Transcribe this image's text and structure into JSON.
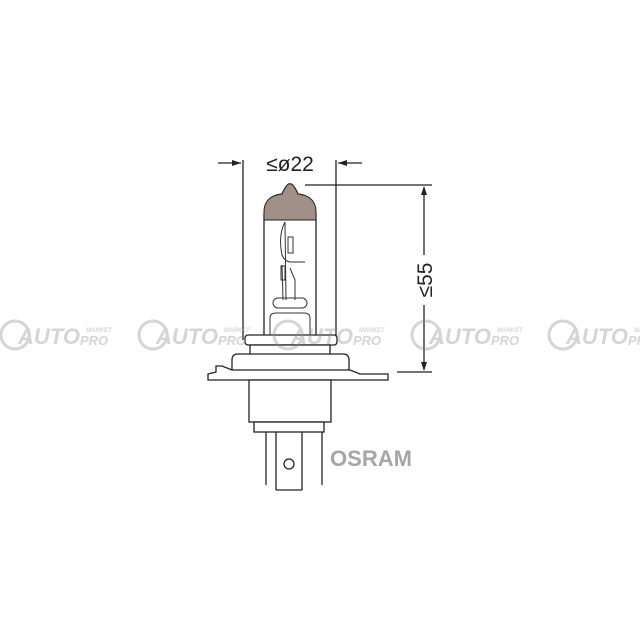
{
  "diagram": {
    "diameter_label": "≤ø22",
    "length_label": "≤55",
    "brand": "OSRAM",
    "cap_color": "#a09088"
  },
  "watermark": {
    "logo_text": "AUTO",
    "sub_top": "MARKET",
    "sub_bottom": "PRO"
  }
}
